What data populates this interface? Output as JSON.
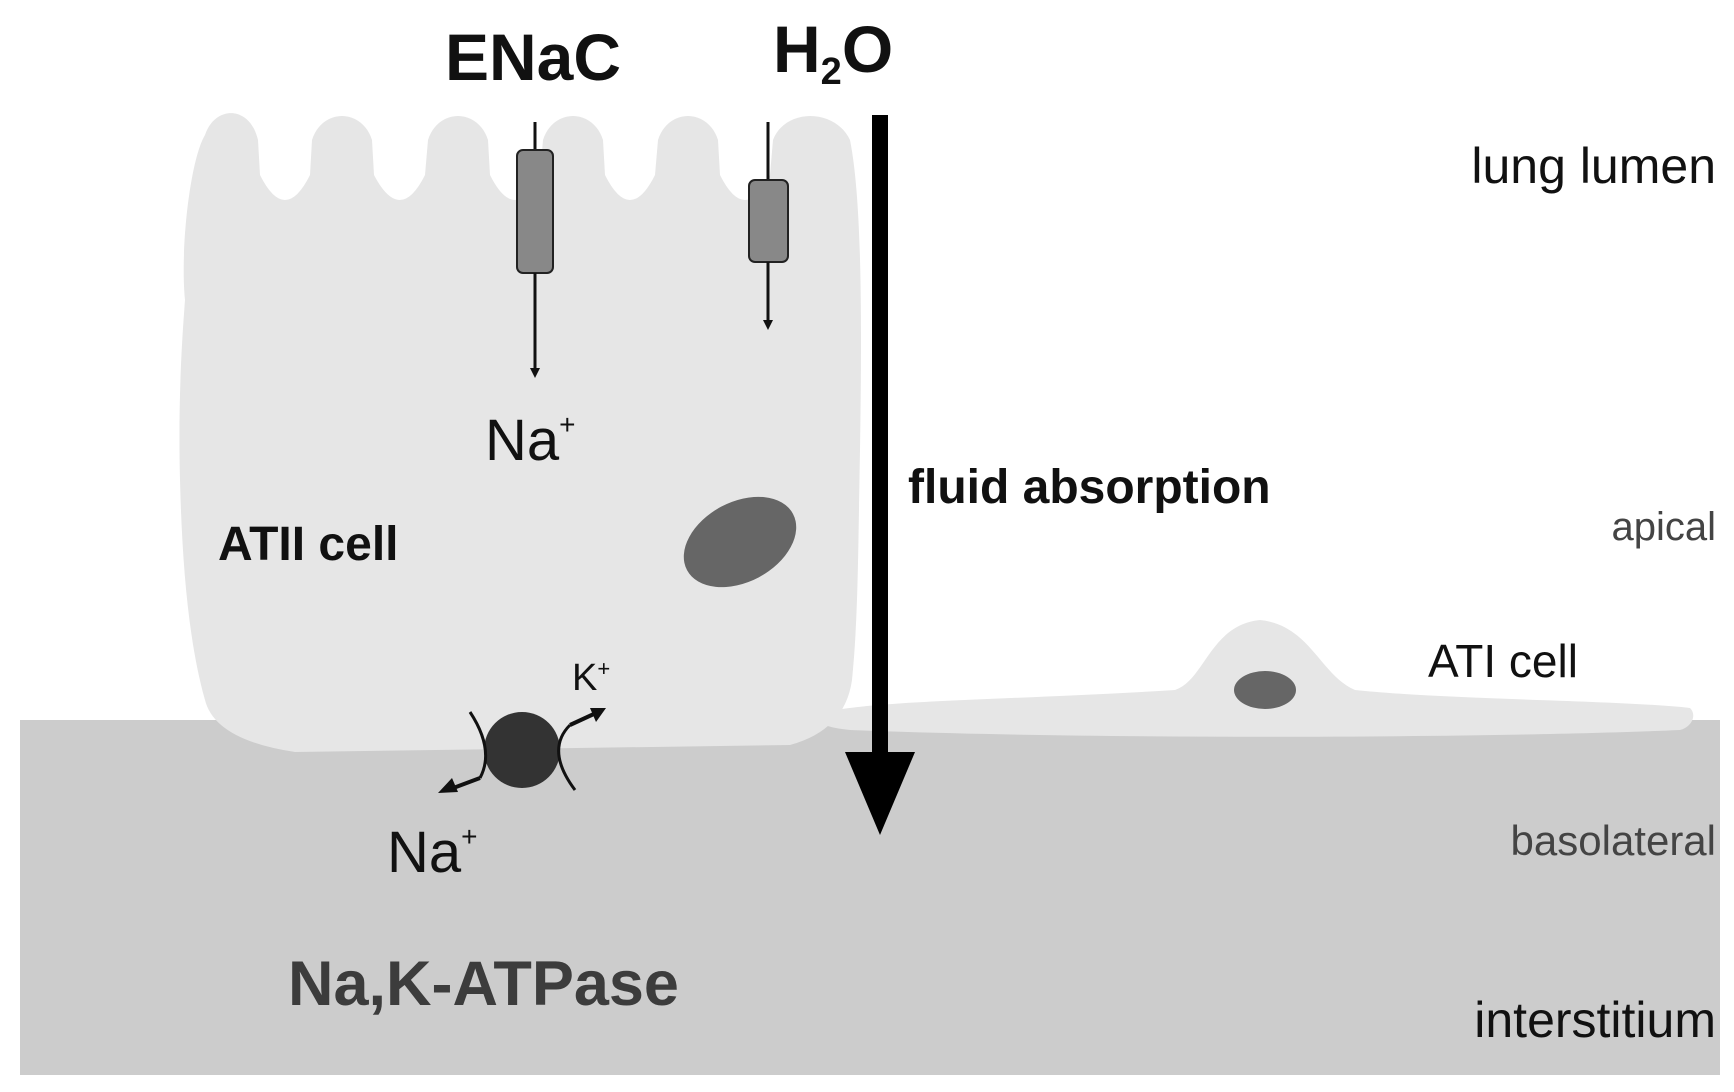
{
  "labels": {
    "enac": "ENaC",
    "water_main": "H",
    "water_sub": "2",
    "water_tail": "O",
    "na_top_main": "Na",
    "na_top_sup": "+",
    "fluid_absorption": "fluid absorption",
    "atii_cell": "ATII cell",
    "k_main": "K",
    "k_sup": "+",
    "na_bottom_main": "Na",
    "na_bottom_sup": "+",
    "na_k_atpase": "Na,K-ATPase",
    "lung_lumen": "lung lumen",
    "apical": "apical",
    "ati_cell": "ATI cell",
    "basolateral": "basolateral",
    "interstitium": "interstitium"
  },
  "colors": {
    "background": "#ffffff",
    "cell": "#e6e6e6",
    "interstitium": "#cccccc",
    "nucleus": "#666666",
    "channel": "#888888",
    "pump": "#333333",
    "text": "#111111",
    "region_text": "#444444",
    "dark_text": "#3c3c3c"
  }
}
